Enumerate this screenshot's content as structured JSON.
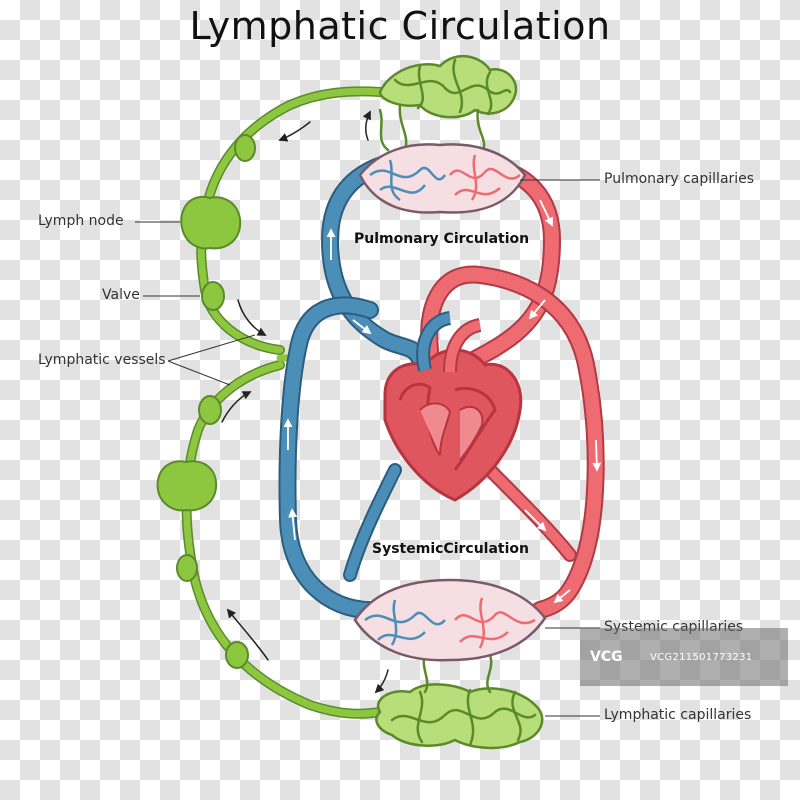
{
  "title": "Lymphatic Circulation",
  "labels": {
    "lymph_node": "Lymph node",
    "valve": "Valve",
    "lymphatic_vessels": "Lymphatic vessels",
    "pulmonary_capillaries": "Pulmonary capillaries",
    "systemic_capillaries": "Systemic capillaries",
    "lymphatic_capillaries": "Lymphatic capillaries",
    "pulmonary_circulation": "Pulmonary Circulation",
    "systemic_circulation": "SystemicCirculation"
  },
  "watermark": {
    "logo": "VCG",
    "id": "VCG211501773231"
  },
  "colors": {
    "lymph": "#8dc63f",
    "lymph_stroke": "#5a8a2a",
    "vein": "#4b8fb8",
    "vein_stroke": "#2d5d7e",
    "artery": "#ee6b72",
    "artery_stroke": "#b23a44",
    "heart": "#e0565e",
    "heart_dark": "#b8343e"
  }
}
